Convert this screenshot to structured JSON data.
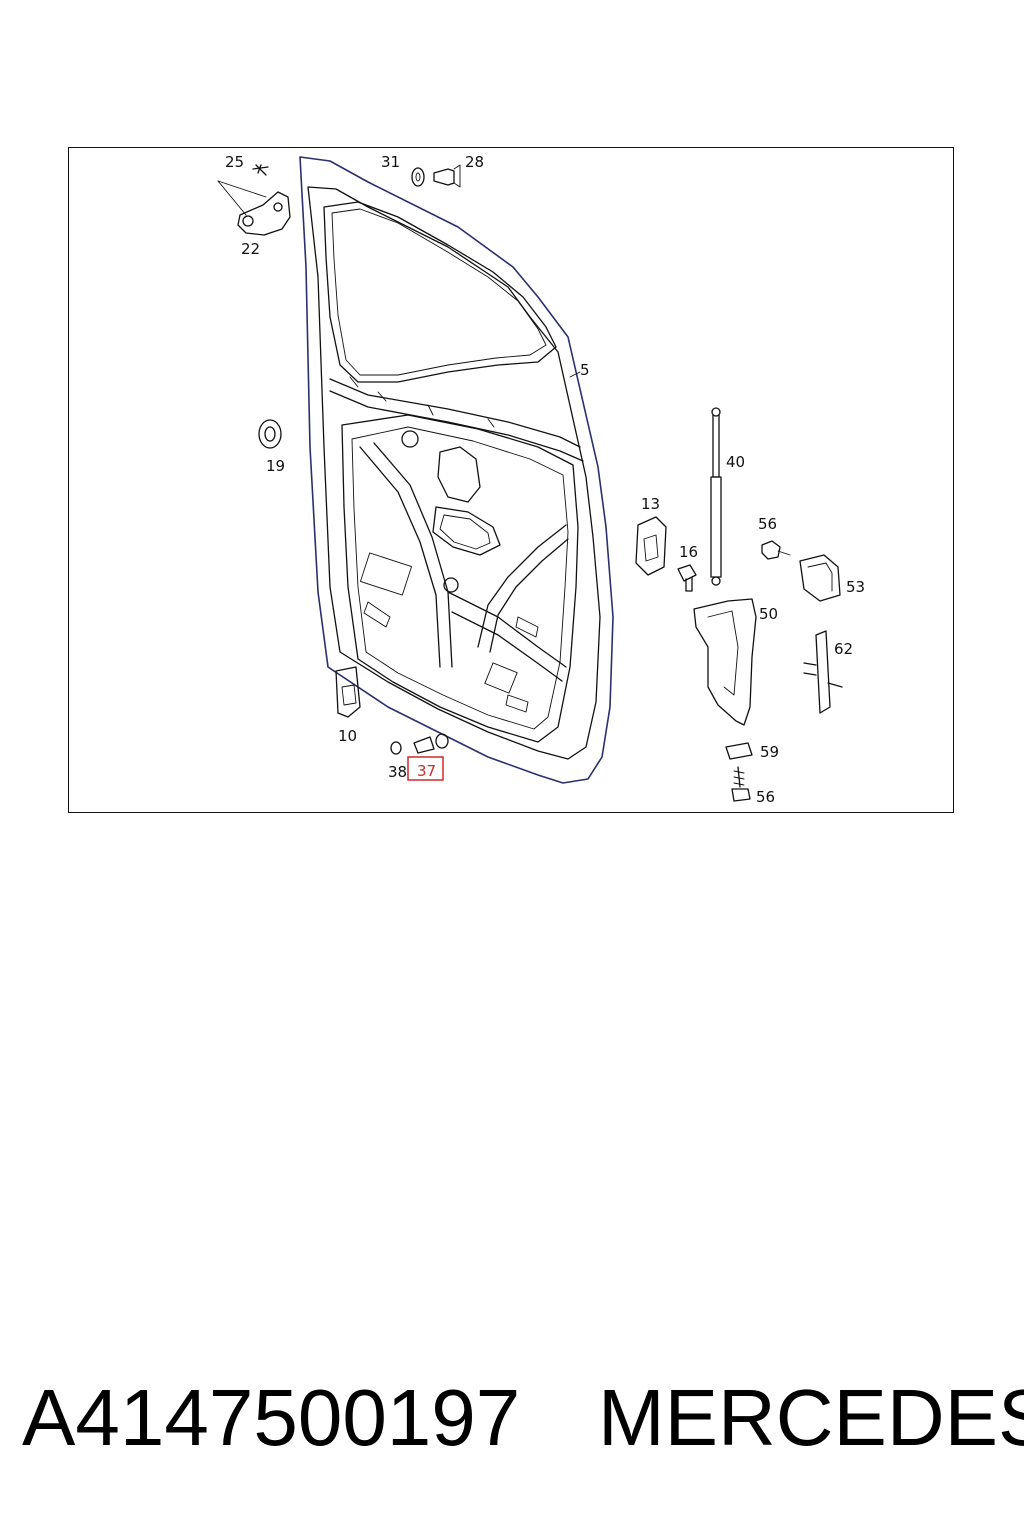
{
  "diagram": {
    "callouts": [
      {
        "id": "25",
        "text": "25"
      },
      {
        "id": "22",
        "text": "22"
      },
      {
        "id": "31",
        "text": "31"
      },
      {
        "id": "28",
        "text": "28"
      },
      {
        "id": "5",
        "text": "5"
      },
      {
        "id": "19",
        "text": "19"
      },
      {
        "id": "40",
        "text": "40"
      },
      {
        "id": "13",
        "text": "13"
      },
      {
        "id": "16",
        "text": "16"
      },
      {
        "id": "56a",
        "text": "56"
      },
      {
        "id": "53",
        "text": "53"
      },
      {
        "id": "50",
        "text": "50"
      },
      {
        "id": "62",
        "text": "62"
      },
      {
        "id": "10",
        "text": "10"
      },
      {
        "id": "38",
        "text": "38"
      },
      {
        "id": "37",
        "text": "37"
      },
      {
        "id": "59",
        "text": "59"
      },
      {
        "id": "56b",
        "text": "56"
      }
    ],
    "highlighted_callout": "37",
    "highlight_color": "#d12a2a"
  },
  "caption": {
    "part_number": "A4147500197",
    "brand": "MERCEDES"
  }
}
